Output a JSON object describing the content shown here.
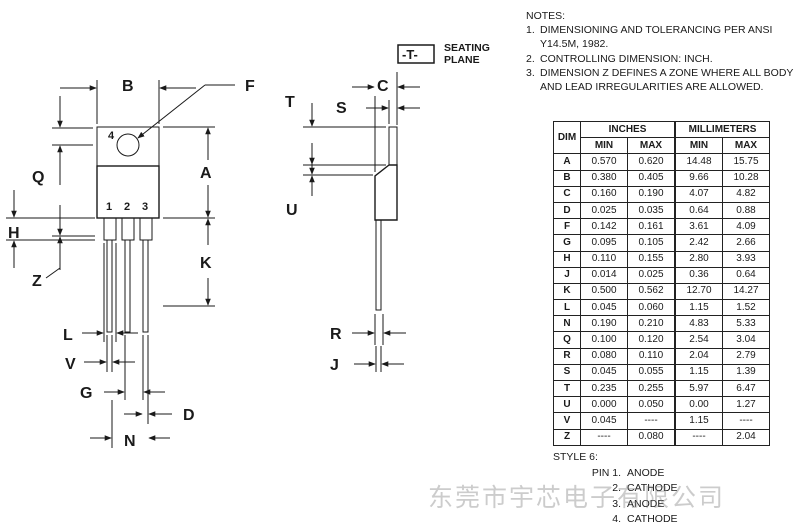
{
  "notes": {
    "heading": "NOTES:",
    "items": [
      {
        "num": "1.",
        "text": "DIMENSIONING AND TOLERANCING PER ANSI Y14.5M, 1982."
      },
      {
        "num": "2.",
        "text": "CONTROLLING DIMENSION: INCH."
      },
      {
        "num": "3.",
        "text": "DIMENSION Z DEFINES A ZONE WHERE ALL BODY AND LEAD IRREGULARITIES ARE ALLOWED."
      }
    ]
  },
  "table": {
    "dim_header": "DIM",
    "inches_header": "INCHES",
    "mm_header": "MILLIMETERS",
    "min_label": "MIN",
    "max_label": "MAX",
    "rows": [
      [
        "A",
        "0.570",
        "0.620",
        "14.48",
        "15.75"
      ],
      [
        "B",
        "0.380",
        "0.405",
        "9.66",
        "10.28"
      ],
      [
        "C",
        "0.160",
        "0.190",
        "4.07",
        "4.82"
      ],
      [
        "D",
        "0.025",
        "0.035",
        "0.64",
        "0.88"
      ],
      [
        "F",
        "0.142",
        "0.161",
        "3.61",
        "4.09"
      ],
      [
        "G",
        "0.095",
        "0.105",
        "2.42",
        "2.66"
      ],
      [
        "H",
        "0.110",
        "0.155",
        "2.80",
        "3.93"
      ],
      [
        "J",
        "0.014",
        "0.025",
        "0.36",
        "0.64"
      ],
      [
        "K",
        "0.500",
        "0.562",
        "12.70",
        "14.27"
      ],
      [
        "L",
        "0.045",
        "0.060",
        "1.15",
        "1.52"
      ],
      [
        "N",
        "0.190",
        "0.210",
        "4.83",
        "5.33"
      ],
      [
        "Q",
        "0.100",
        "0.120",
        "2.54",
        "3.04"
      ],
      [
        "R",
        "0.080",
        "0.110",
        "2.04",
        "2.79"
      ],
      [
        "S",
        "0.045",
        "0.055",
        "1.15",
        "1.39"
      ],
      [
        "T",
        "0.235",
        "0.255",
        "5.97",
        "6.47"
      ],
      [
        "U",
        "0.000",
        "0.050",
        "0.00",
        "1.27"
      ],
      [
        "V",
        "0.045",
        "----",
        "1.15",
        "----"
      ],
      [
        "Z",
        "----",
        "0.080",
        "----",
        "2.04"
      ]
    ]
  },
  "style": {
    "heading": "STYLE 6:",
    "pins": [
      {
        "pin": "PIN 1.",
        "name": "ANODE"
      },
      {
        "pin": "2.",
        "name": "CATHODE"
      },
      {
        "pin": "3.",
        "name": "ANODE"
      },
      {
        "pin": "4.",
        "name": "CATHODE"
      }
    ]
  },
  "drawing": {
    "labels": {
      "B": "B",
      "F": "F",
      "Q": "Q",
      "A": "A",
      "H": "H",
      "Z": "Z",
      "K": "K",
      "L": "L",
      "V": "V",
      "G": "G",
      "D": "D",
      "N": "N",
      "C": "C",
      "T": "T",
      "S": "S",
      "U": "U",
      "R": "R",
      "J": "J"
    },
    "pins": {
      "tab": "4",
      "p1": "1",
      "p2": "2",
      "p3": "3"
    },
    "datum": "-T-",
    "seating_line1": "SEATING",
    "seating_line2": "PLANE"
  },
  "watermark": "东莞市宇芯电子有限公司"
}
